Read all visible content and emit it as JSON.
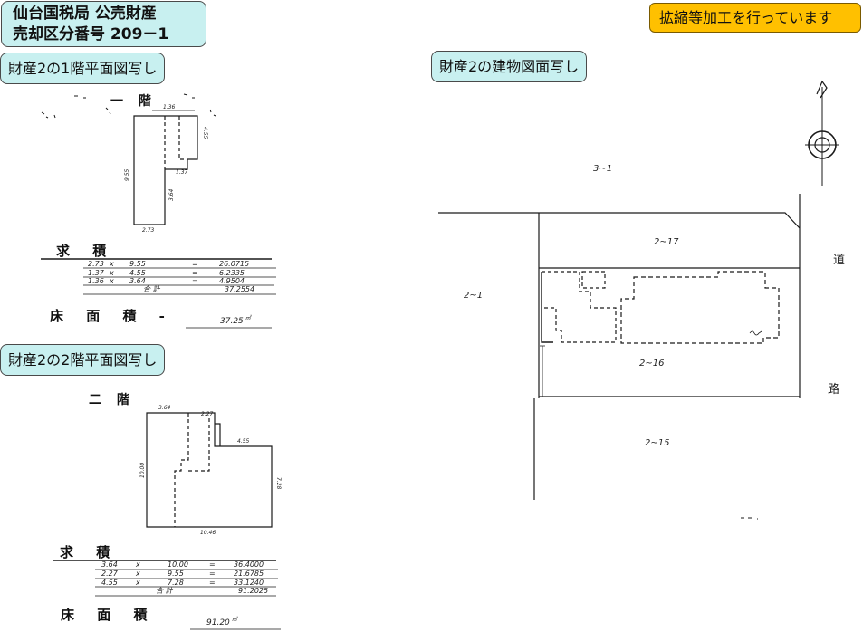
{
  "header": {
    "line1": "仙台国税局 公売財産",
    "line2": "売却区分番号 209－1"
  },
  "notice": "拡縮等加工を行っています",
  "captions": {
    "floor1": "財産2の1階平面図写し",
    "site": "財産2の建物図面写し",
    "floor2": "財産2の2階平面図写し"
  },
  "floor1": {
    "title": "一 階",
    "dimensions": {
      "top": "1.36",
      "right": "4.55",
      "left": "9.55",
      "step": "1.37",
      "inner": "3.64",
      "bottom": "2.73"
    },
    "calc_title": "求 積",
    "rows": [
      [
        "2.73",
        "x",
        "9.55",
        "=",
        "26.0715"
      ],
      [
        "1.37",
        "x",
        "4.55",
        "=",
        "6.2335"
      ],
      [
        "1.36",
        "x",
        "3.64",
        "=",
        "4.9504"
      ]
    ],
    "total_label": "合 計",
    "total": "37.2554",
    "area_label": "床 面 積 -",
    "area": "37.25",
    "area_unit": "㎡"
  },
  "floor2": {
    "title": "二 階",
    "dimensions": {
      "top_left": "3.64",
      "top_mid": "2.27",
      "top_right": "4.55",
      "left": "10.00",
      "right": "7.28",
      "bottom": "10.46"
    },
    "calc_title": "求 積",
    "rows": [
      [
        "3.64",
        "x",
        "10.00",
        "=",
        "36.4000"
      ],
      [
        "2.27",
        "x",
        "9.55",
        "=",
        "21.6785"
      ],
      [
        "4.55",
        "x",
        "7.28",
        "=",
        "33.1240"
      ]
    ],
    "total_label": "合 計",
    "total": "91.2025",
    "area_label": "床 面 積",
    "area": "91.20",
    "area_unit": "㎡"
  },
  "site": {
    "parcels": {
      "north": "3~1",
      "upper": "2~17",
      "west": "2~1",
      "subject": "2~16",
      "south": "2~15"
    },
    "road": {
      "top": "道",
      "bottom": "路"
    }
  }
}
